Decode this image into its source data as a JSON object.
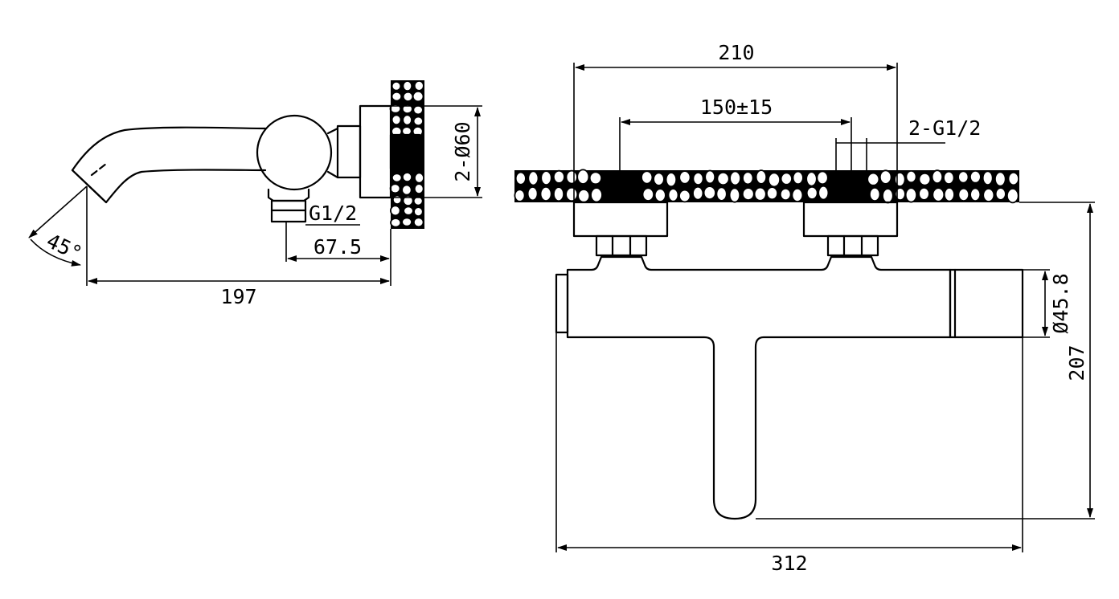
{
  "dimensions": {
    "side_length": "197",
    "side_offset": "67.5",
    "side_thread": "G1/2",
    "flange": "2-Ø60",
    "angle": "45°",
    "center_distance": "210",
    "center_tolerance": "150±15",
    "inlet_thread": "2-G1/2",
    "handle_diameter": "Ø45.8",
    "height": "207",
    "overall_width": "312"
  },
  "colors": {
    "line": "#000000",
    "background": "#ffffff"
  }
}
